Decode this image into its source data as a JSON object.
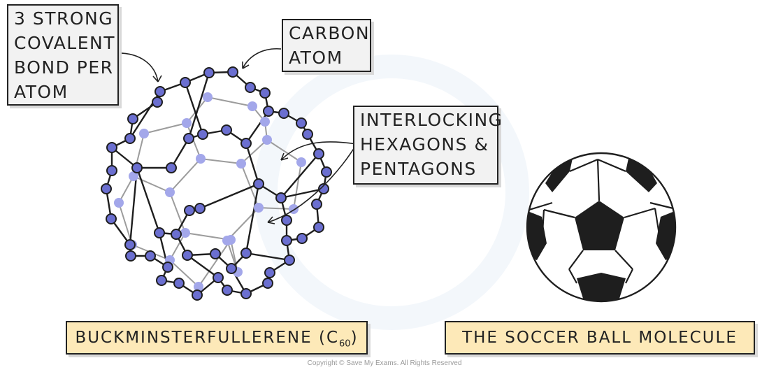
{
  "labels": {
    "covalent_bonds": [
      "3 STRONG",
      "COVALENT",
      "BOND PER",
      "ATOM"
    ],
    "carbon_atom": [
      "CARBON",
      "ATOM"
    ],
    "interlocking": [
      "INTERLOCKING",
      "HEXAGONS &",
      "PENTAGONS"
    ]
  },
  "captions": {
    "buckminsterfullerene_text": "BUCKMINSTERFULLERENE (C",
    "buckminsterfullerene_subscript": "60",
    "buckminsterfullerene_close": ")",
    "soccer_ball": "THE SOCCER BALL MOLECULE"
  },
  "copyright": "Copyright © Save My Exams. All Rights Reserved",
  "colors": {
    "atom_front": "#6b6fd0",
    "atom_back": "#a3a7ea",
    "label_bg": "#f2f2f2",
    "caption_bg": "#fde9b8",
    "outline": "#1e1e1e"
  }
}
